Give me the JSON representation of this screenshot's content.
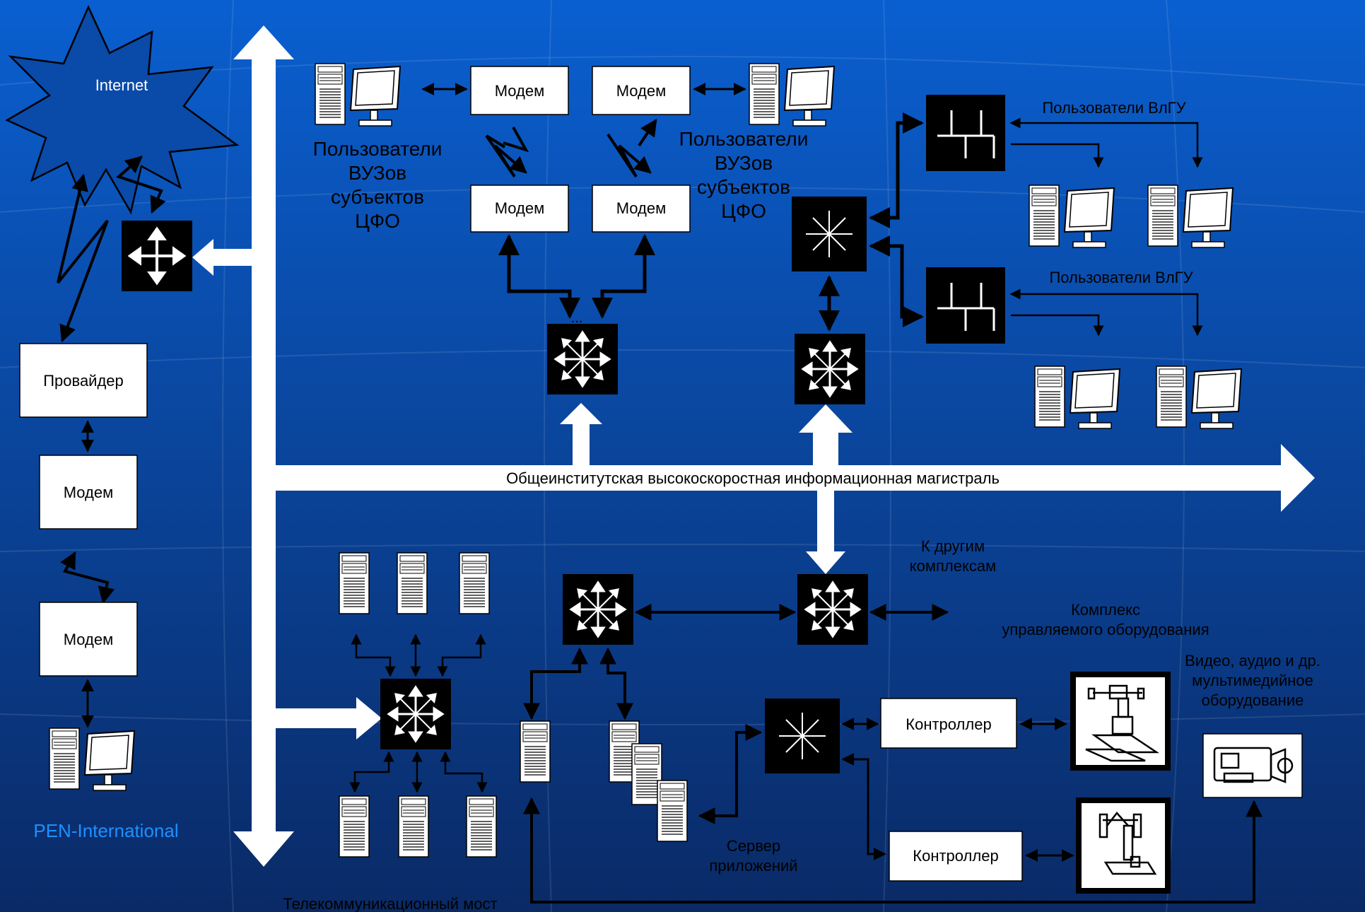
{
  "colors": {
    "background_top": "#0a5fd0",
    "background_bottom": "#0a2a66",
    "node_fill": "#000000",
    "label_box_fill": "#ffffff",
    "text_white": "#ffffff",
    "text_black": "#000000",
    "bus_white": "#ffffff"
  },
  "labels": {
    "internet": "Internet",
    "provider": "Провайдер",
    "modem": "Модем",
    "pen_international": "PEN-International",
    "universities_left": [
      "Пользователи",
      "ВУЗов",
      "субъектов",
      "ЦФО"
    ],
    "universities_right": [
      "Пользователи",
      "ВУЗов",
      "субъектов",
      "ЦФО"
    ],
    "vlgu_users_top": "Пользователи ВлГУ",
    "vlgu_users_bottom": "Пользователи ВлГУ",
    "backbone": "Общеинститутская высокоскоростная информационная магистраль",
    "to_other_complexes": [
      "К другим",
      "комплексам"
    ],
    "managed_equipment": [
      "Комплекс",
      "управляемого оборудования"
    ],
    "multimedia": [
      "Видео, аудио и др.",
      "мультимедийное",
      "оборудование"
    ],
    "controller_1": "Контроллер",
    "controller_2": "Контроллер",
    "app_server": [
      "Сервер",
      "приложений"
    ],
    "telecom_bridge": "Телекоммуникационный мост",
    "ellipsis": "..."
  }
}
